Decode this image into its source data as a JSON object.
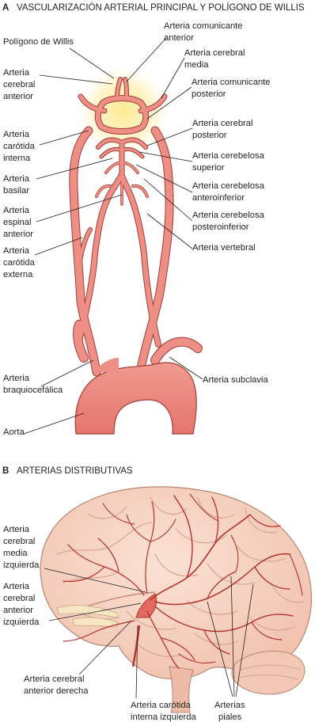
{
  "panel_a": {
    "letter": "A",
    "title": "VASCULARIZACIÓN ARTERIAL PRINCIPAL Y POLÍGONO DE WILLIS",
    "labels": {
      "poligono": "Polígono de Willis",
      "cer_ant_1": "Arteria",
      "cer_ant_2": "cerebral",
      "cer_ant_3": "anterior",
      "car_int_1": "Arteria",
      "car_int_2": "carótida",
      "car_int_3": "interna",
      "basilar_1": "Arteria",
      "basilar_2": "basilar",
      "espinal_1": "Arteria",
      "espinal_2": "espinal",
      "espinal_3": "anterior",
      "car_ext_1": "Arteria",
      "car_ext_2": "carótida",
      "car_ext_3": "externa",
      "braquio_1": "Arteria",
      "braquio_2": "braquiocefálica",
      "aorta": "Aorta",
      "com_ant_1": "Arteria comunicante",
      "com_ant_2": "anterior",
      "cer_media_1": "Arteria cerebral",
      "cer_media_2": "media",
      "com_post_1": "Arteria comunicante",
      "com_post_2": "posterior",
      "cer_post_1": "Arteria cerebral",
      "cer_post_2": "posterior",
      "cblo_sup_1": "Arteria cerebelosa",
      "cblo_sup_2": "superior",
      "cblo_ai_1": "Arteria cerebelosa",
      "cblo_ai_2": "anteroinferior",
      "cblo_pi_1": "Arteria cerebelosa",
      "cblo_pi_2": "posteroinferior",
      "vertebral": "Arteria vertebral",
      "subclavia": "Arteria subclavia"
    }
  },
  "panel_b": {
    "letter": "B",
    "title": "ARTERIAS DISTRIBUTIVAS",
    "labels": {
      "media_1": "Arteria",
      "media_2": "cerebral",
      "media_3": "media",
      "media_4": "izquierda",
      "ant_izq_1": "Arteria",
      "ant_izq_2": "cerebral",
      "ant_izq_3": "anterior",
      "ant_izq_4": "izquierda",
      "ant_der_1": "Arteria cerebral",
      "ant_der_2": "anterior derecha",
      "car_izq_1": "Arteria carótida",
      "car_izq_2": "interna izquierda",
      "piales_1": "Arterias",
      "piales_2": "piales"
    }
  },
  "colors": {
    "artery_fill": "#ee8f86",
    "artery_outline": "#a23c37",
    "brain_fill": "#f9d9c9",
    "brain_sulci": "#d9a796",
    "brain_vessels": "#b5302e",
    "willis_glow": "#fbe98a"
  }
}
